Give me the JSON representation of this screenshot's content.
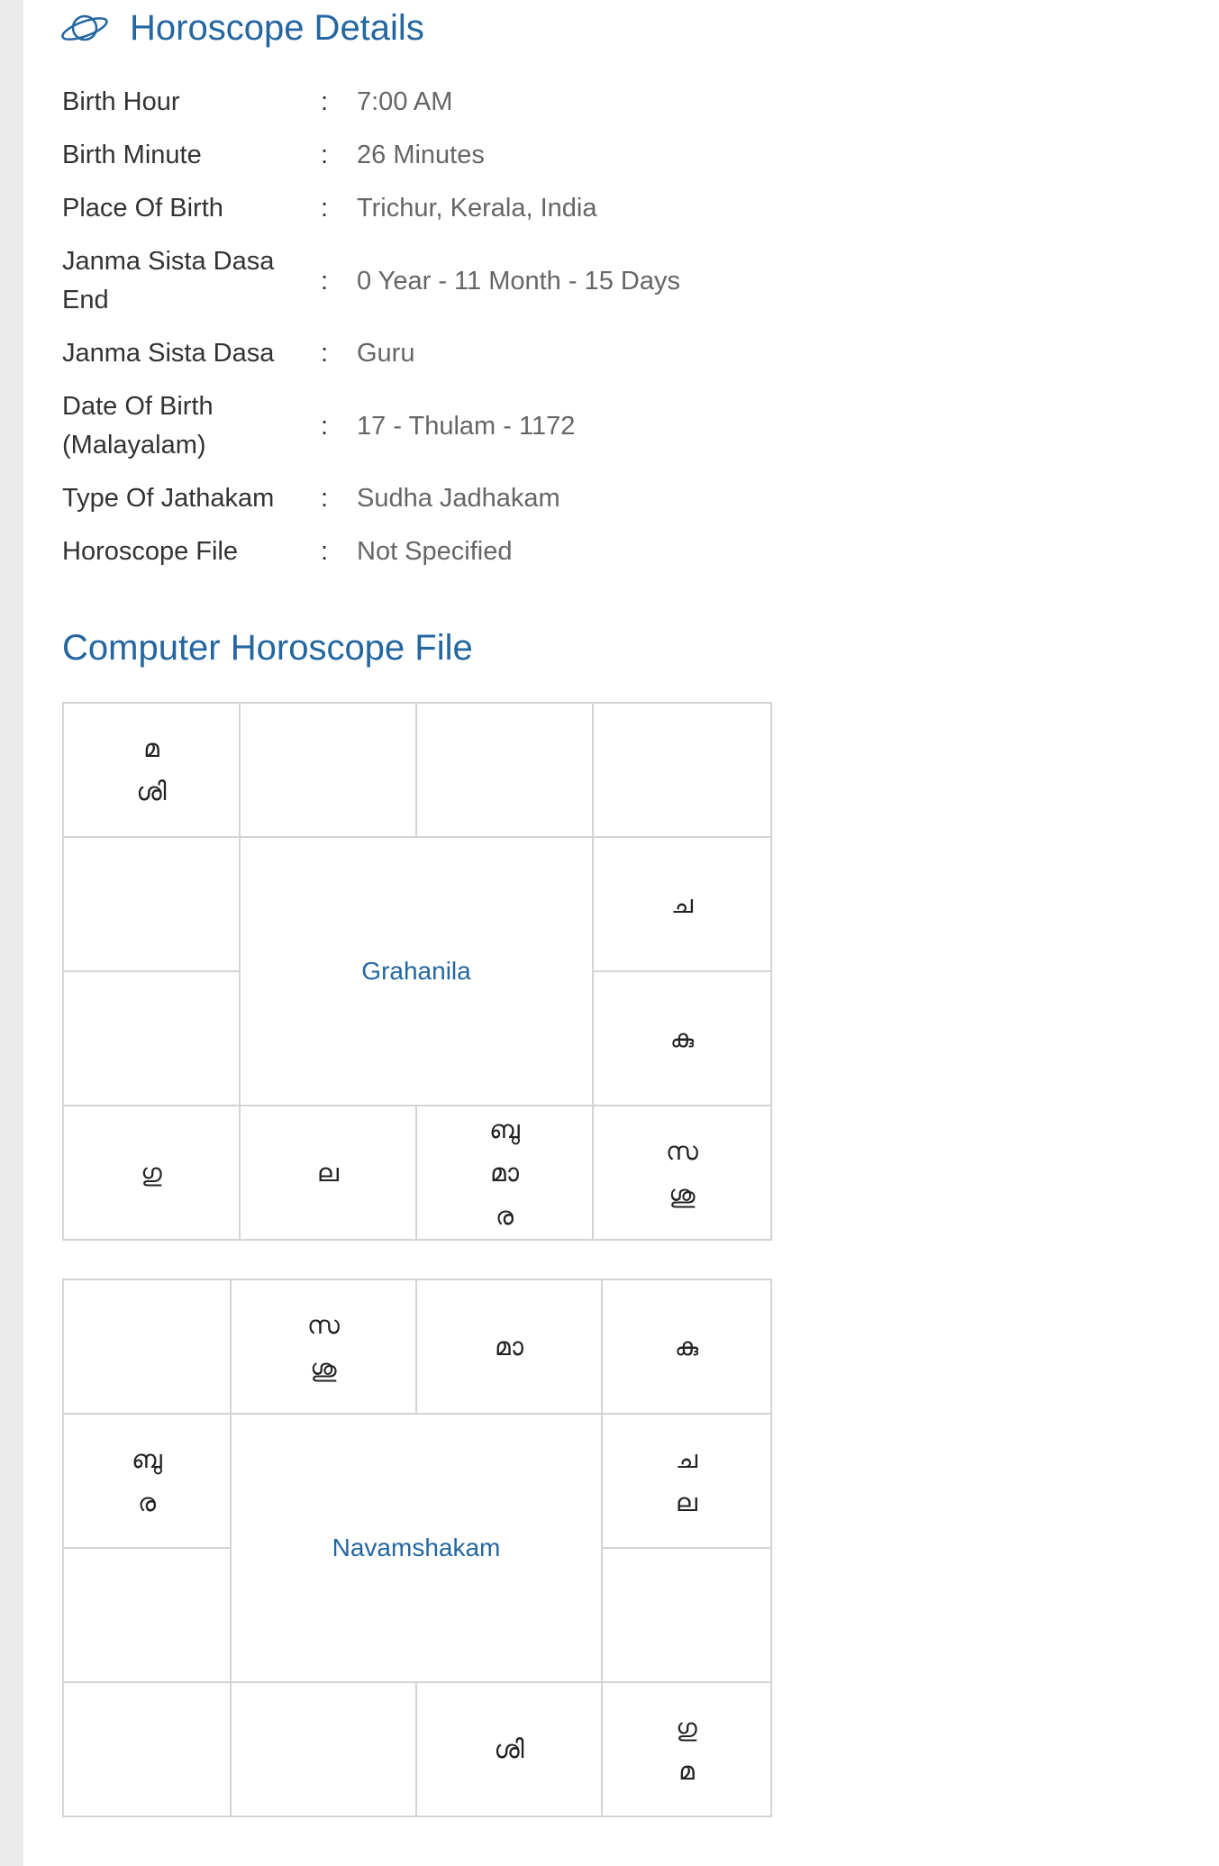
{
  "header": {
    "title": "Horoscope Details",
    "icon": "planet-icon"
  },
  "details": [
    {
      "label": "Birth Hour",
      "colon": ":",
      "value": "7:00 AM"
    },
    {
      "label": "Birth Minute",
      "colon": ":",
      "value": "26 Minutes"
    },
    {
      "label": "Place Of Birth",
      "colon": ":",
      "value": "Trichur, Kerala, India"
    },
    {
      "label": "Janma Sista Dasa End",
      "colon": ":",
      "value": "0 Year - 11 Month - 15 Days"
    },
    {
      "label": "Janma Sista Dasa",
      "colon": ":",
      "value": "Guru"
    },
    {
      "label": "Date Of Birth (Malayalam)",
      "colon": ":",
      "value": "17 - Thulam - 1172"
    },
    {
      "label": "Type Of Jathakam",
      "colon": ":",
      "value": "Sudha Jadhakam"
    },
    {
      "label": "Horoscope File",
      "colon": ":",
      "value": "Not Specified"
    }
  ],
  "computer_file": {
    "title": "Computer Horoscope File"
  },
  "grahanila": {
    "center_label": "Grahanila",
    "cells": {
      "r0c0": [
        "മ",
        "ശി"
      ],
      "r0c1": [],
      "r0c2": [],
      "r0c3": [],
      "r1c0": [],
      "r1c3": [
        "ച"
      ],
      "r2c0": [],
      "r2c3": [
        "കു"
      ],
      "r3c0": [
        "ഗു"
      ],
      "r3c1": [
        "ല"
      ],
      "r3c2": [
        "ബു",
        "മാ",
        "ര"
      ],
      "r3c3": [
        "സ",
        "ശു"
      ]
    }
  },
  "navamshakam": {
    "center_label": "Navamshakam",
    "cells": {
      "r0c0": [],
      "r0c1": [
        "സ",
        "ശു"
      ],
      "r0c2": [
        "മാ"
      ],
      "r0c3": [
        "കു"
      ],
      "r1c0": [
        "ബു",
        "ര"
      ],
      "r1c3": [
        "ച",
        "ല"
      ],
      "r2c0": [],
      "r2c3": [],
      "r3c0": [],
      "r3c1": [],
      "r3c2": [
        "ശി"
      ],
      "r3c3": [
        "ഗു",
        "മ"
      ]
    }
  }
}
